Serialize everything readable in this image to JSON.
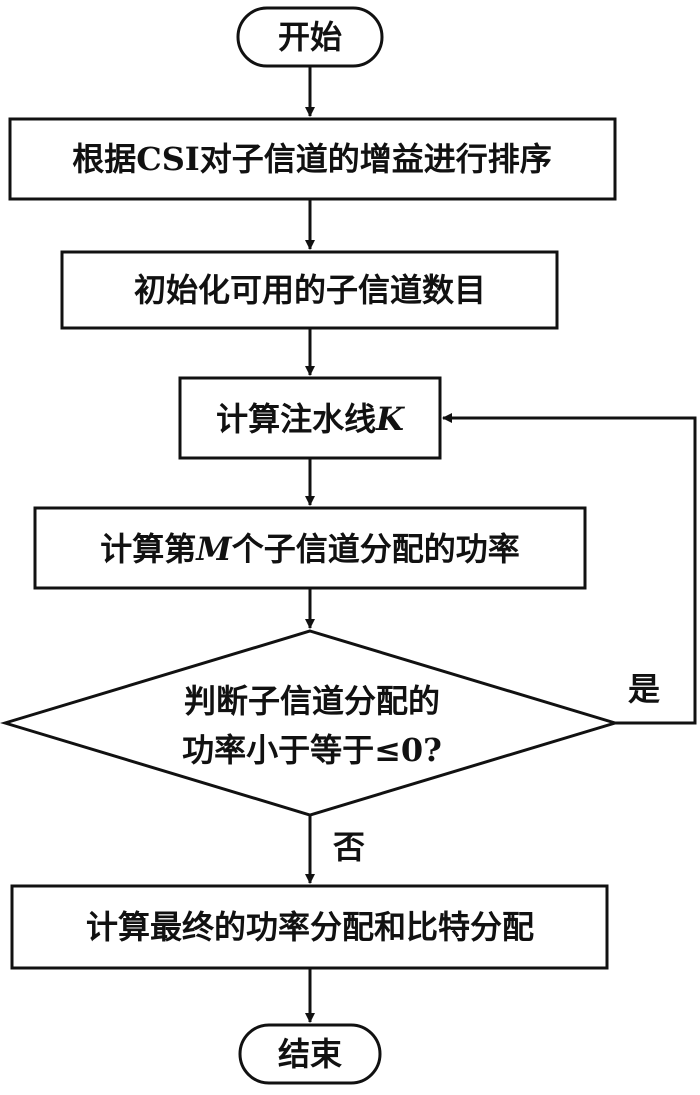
{
  "nodes": {
    "start": "开始",
    "sort": "根据CSI对子信道的增益进行排序",
    "init": "初始化可用的子信道数目",
    "water_prefix": "计算注水线",
    "water_var": "K",
    "power_prefix": "计算第",
    "power_var": "M",
    "power_suffix": "个子信道分配的功率",
    "decision_line1": "判断子信道分配的",
    "decision_line2": "功率小于等于≤0?",
    "final": "计算最终的功率分配和比特分配",
    "end": "结束"
  },
  "edges": {
    "yes": "是",
    "no": "否"
  },
  "colors": {
    "stroke": "#111111",
    "fill": "#ffffff"
  }
}
